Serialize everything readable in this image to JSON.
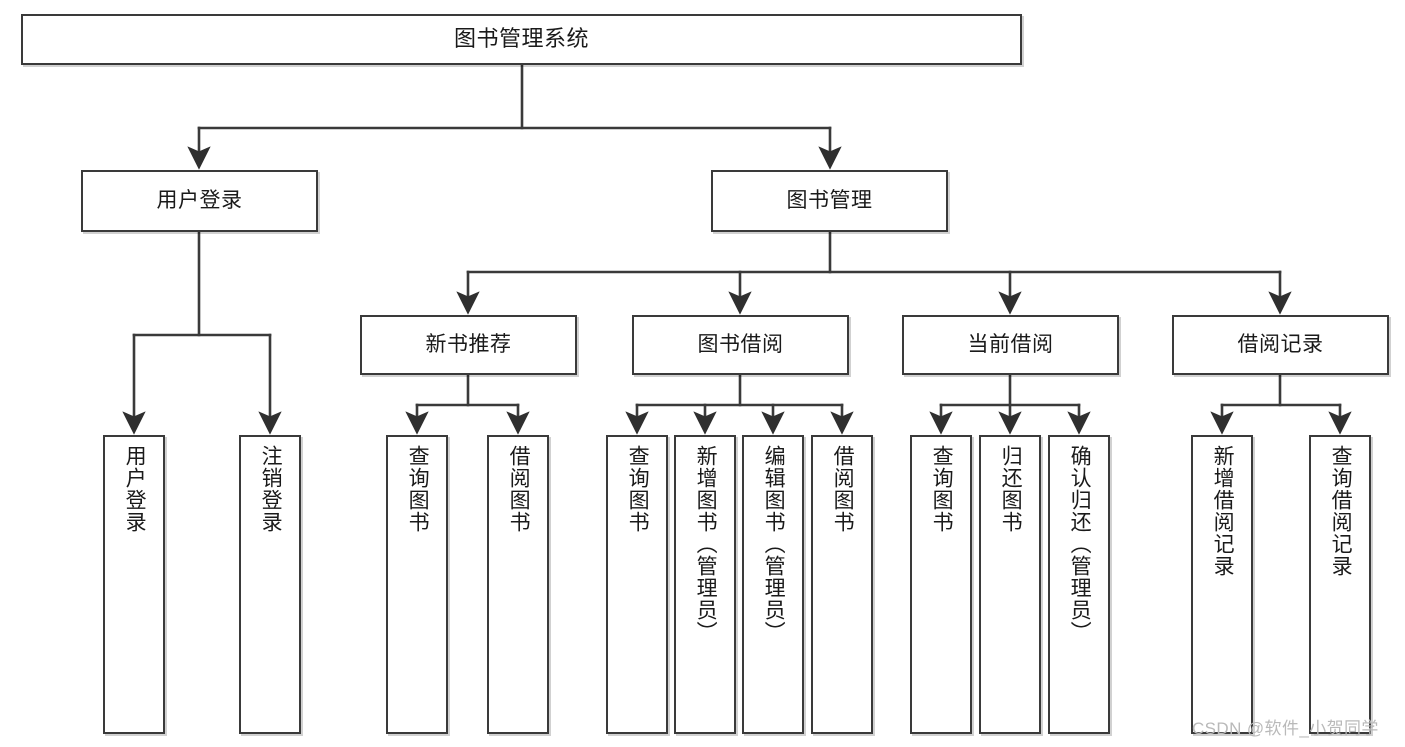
{
  "diagram": {
    "type": "tree-hierarchy",
    "title": "图书管理系统",
    "root": {
      "id": "root",
      "label": "图书管理系统"
    },
    "level1": [
      {
        "id": "user-login",
        "label": "用户登录"
      },
      {
        "id": "book-management",
        "label": "图书管理"
      }
    ],
    "level2": [
      {
        "id": "new-book-recommend",
        "label": "新书推荐",
        "parent": "book-management"
      },
      {
        "id": "book-borrow",
        "label": "图书借阅",
        "parent": "book-management"
      },
      {
        "id": "current-borrow",
        "label": "当前借阅",
        "parent": "book-management"
      },
      {
        "id": "borrow-record",
        "label": "借阅记录",
        "parent": "book-management"
      }
    ],
    "leaves": [
      {
        "id": "leaf-user-login",
        "label": "用户登录",
        "parent": "user-login"
      },
      {
        "id": "leaf-logout-login",
        "label": "注销登录",
        "parent": "user-login"
      },
      {
        "id": "leaf-query-book-1",
        "label": "查询图书",
        "parent": "new-book-recommend"
      },
      {
        "id": "leaf-borrow-book-1",
        "label": "借阅图书",
        "parent": "new-book-recommend"
      },
      {
        "id": "leaf-query-book-2",
        "label": "查询图书",
        "parent": "book-borrow"
      },
      {
        "id": "leaf-add-book",
        "label": "新增图书（管理员）",
        "parent": "book-borrow"
      },
      {
        "id": "leaf-edit-book",
        "label": "编辑图书（管理员）",
        "parent": "book-borrow"
      },
      {
        "id": "leaf-borrow-book-2",
        "label": "借阅图书",
        "parent": "book-borrow"
      },
      {
        "id": "leaf-query-book-3",
        "label": "查询图书",
        "parent": "current-borrow"
      },
      {
        "id": "leaf-return-book",
        "label": "归还图书",
        "parent": "current-borrow"
      },
      {
        "id": "leaf-confirm-return",
        "label": "确认归还（管理员）",
        "parent": "current-borrow"
      },
      {
        "id": "leaf-add-record",
        "label": "新增借阅记录",
        "parent": "borrow-record"
      },
      {
        "id": "leaf-query-record",
        "label": "查询借阅记录",
        "parent": "borrow-record"
      }
    ],
    "colors": {
      "stroke": "#3a3a3a",
      "fill": "#ffffff",
      "text": "#1a1a1a",
      "watermark": "#b9b9b9"
    }
  },
  "watermark": {
    "text": "CSDN @软件_小贺同学"
  }
}
